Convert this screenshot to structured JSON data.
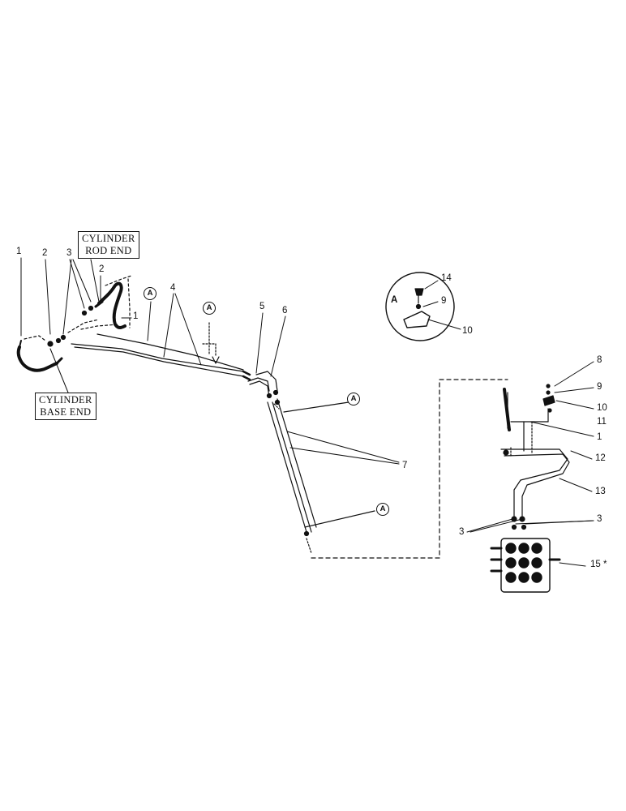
{
  "labels": {
    "cylinder_rod_end": [
      "CYLINDER",
      "ROD END"
    ],
    "cylinder_base_end": [
      "CYLINDER",
      "BASE END"
    ]
  },
  "callouts": {
    "n1_left": "1",
    "n2_left": "2",
    "n3_left": "3",
    "n2_rod": "2",
    "n1_rod": "1",
    "n4": "4",
    "n5": "5",
    "n6": "6",
    "n7": "7",
    "n14": "14",
    "n9_detail": "9",
    "n10_detail": "10",
    "detail_a": "A",
    "n8": "8",
    "n9_right": "9",
    "n10_right": "10",
    "n11": "11",
    "n1_right": "1",
    "n12": "12",
    "n13": "13",
    "n3_right_left": "3",
    "n3_right_right": "3",
    "n15": "15 *"
  },
  "section_marker": "A"
}
